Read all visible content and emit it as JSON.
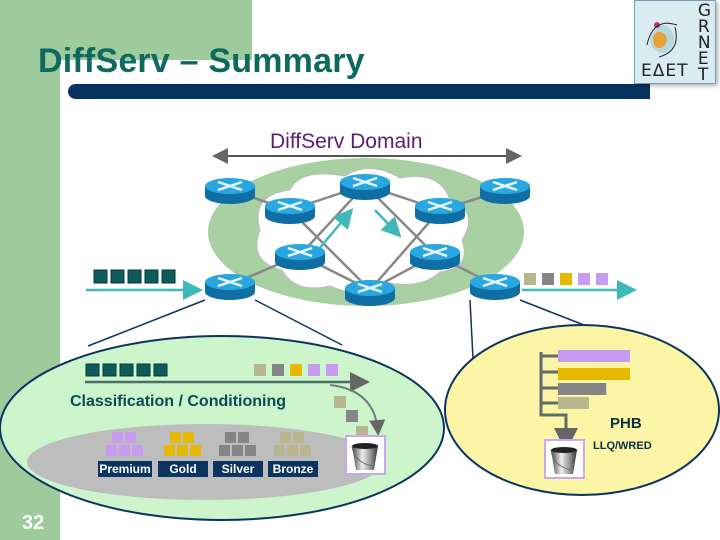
{
  "slide": {
    "title": "DiffServ – Summary",
    "page_number": "32",
    "accent_colors": {
      "band_green": "#9dcb9b",
      "title_teal": "#0e6a5e",
      "title_bar_navy": "#08325f",
      "domain_purple": "#5a1e78"
    }
  },
  "logo": {
    "letters": [
      "G",
      "R",
      "N",
      "E",
      "T"
    ],
    "greek": "ΕΔΕΤ"
  },
  "diagram": {
    "domain_label": "DiffServ Domain",
    "classification_label": "Classification / Conditioning",
    "phb_label": "PHB",
    "phb_sublabel": "LLQ/WRED",
    "classes": [
      {
        "name": "Premium",
        "color": "#c79cf0"
      },
      {
        "name": "Gold",
        "color": "#e6b800"
      },
      {
        "name": "Silver",
        "color": "#858585"
      },
      {
        "name": "Bronze",
        "color": "#b9b58f"
      }
    ],
    "incoming_packet_color": "#0f5a5a",
    "outgoing_packets": [
      "#b9b58f",
      "#858585",
      "#e6b800",
      "#c79cf0",
      "#c79cf0"
    ],
    "queue_bars": [
      {
        "class": "Premium",
        "relative_length": 1.0
      },
      {
        "class": "Gold",
        "relative_length": 1.0
      },
      {
        "class": "Silver",
        "relative_length": 0.67
      },
      {
        "class": "Bronze",
        "relative_length": 0.43
      }
    ],
    "icons": [
      "router-icon",
      "bucket-icon",
      "arrow-icon"
    ]
  }
}
